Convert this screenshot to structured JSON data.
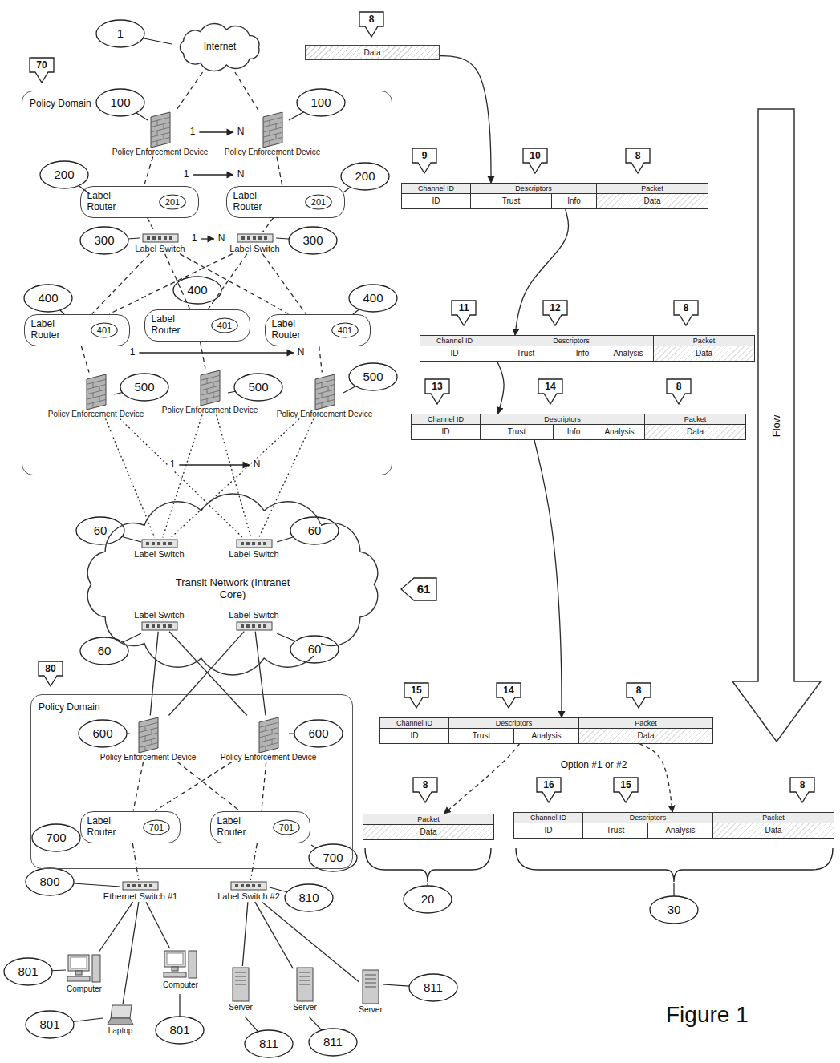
{
  "diagram": {
    "caption": "Figure 1",
    "nodes": [
      {
        "text": [
          "Internet"
        ]
      },
      {
        "text": [
          "Policy Domain"
        ]
      },
      {
        "text": [
          "Policy Enforcement Device"
        ],
        "in": 1
      },
      {
        "text": [
          "Policy Enforcement Device"
        ],
        "in": 1
      },
      {
        "text": [
          "Label Router"
        ],
        "in": 1
      },
      {
        "text": [
          "Label Router"
        ],
        "in": 1
      },
      {
        "text": [
          "Label Switch"
        ],
        "in": 1
      },
      {
        "text": [
          "Label Switch"
        ],
        "in": 1
      },
      {
        "text": [
          "Label Router"
        ],
        "in": 1
      },
      {
        "text": [
          "Label Router"
        ],
        "in": 1
      },
      {
        "text": [
          "Label Router"
        ],
        "in": 1
      },
      {
        "text": [
          "Policy Enforcement Device"
        ],
        "in": 1
      },
      {
        "text": [
          "Policy Enforcement Device"
        ],
        "in": 1
      },
      {
        "text": [
          "Policy Enforcement Device"
        ],
        "in": 1
      },
      {
        "text": [
          "Transit Network (Intranet Core)"
        ]
      },
      {
        "text": [
          "Label Switch"
        ],
        "in": 14
      },
      {
        "text": [
          "Label Switch"
        ],
        "in": 14
      },
      {
        "text": [
          "Label Switch"
        ],
        "in": 14
      },
      {
        "text": [
          "Label Switch"
        ],
        "in": 14
      },
      {
        "text": [
          "Policy Domain"
        ]
      },
      {
        "text": [
          "Policy Enforcement Device"
        ],
        "in": 19
      },
      {
        "text": [
          "Policy Enforcement Device"
        ],
        "in": 19
      },
      {
        "text": [
          "Label Router"
        ],
        "in": 19
      },
      {
        "text": [
          "Label Router"
        ],
        "in": 19
      },
      {
        "text": [
          "Ethernet Switch #1"
        ]
      },
      {
        "text": [
          "Label Switch #2"
        ]
      },
      {
        "text": [
          "Computer"
        ]
      },
      {
        "text": [
          "Computer"
        ]
      },
      {
        "text": [
          "Laptop"
        ]
      },
      {
        "text": [
          "Server"
        ]
      },
      {
        "text": [
          "Server"
        ]
      },
      {
        "text": [
          "Server"
        ]
      },
      {
        "text": [
          "Data"
        ]
      },
      {
        "text": [
          "Channel ID",
          "Descriptors",
          "Packet",
          "ID",
          "Trust",
          "Info",
          "Data"
        ]
      },
      {
        "text": [
          "Channel ID",
          "Descriptors",
          "Packet",
          "ID",
          "Trust",
          "Info",
          "Analysis",
          "Data"
        ]
      },
      {
        "text": [
          "Channel ID",
          "Descriptors",
          "Packet",
          "ID",
          "Trust",
          "Info",
          "Analysis",
          "Data"
        ]
      },
      {
        "text": [
          "Channel ID",
          "Descriptors",
          "Packet",
          "ID",
          "Trust",
          "Analysis",
          "Data"
        ]
      },
      {
        "text": [
          "Packet",
          "Data"
        ]
      },
      {
        "text": [
          "Channel ID",
          "Descriptors",
          "Packet",
          "ID",
          "Trust",
          "Analysis",
          "Data"
        ]
      },
      {
        "text": [
          "Flow"
        ]
      }
    ],
    "edges": [
      {
        "from": 0,
        "to": 2,
        "arrow": "none"
      },
      {
        "from": 0,
        "to": 3,
        "arrow": "none"
      },
      {
        "from": 2,
        "to": 4,
        "arrow": "none"
      },
      {
        "from": 3,
        "to": 5,
        "arrow": "none"
      },
      {
        "from": 4,
        "to": 6,
        "arrow": "none"
      },
      {
        "from": 5,
        "to": 7,
        "arrow": "none"
      },
      {
        "from": 6,
        "to": 8,
        "arrow": "none"
      },
      {
        "from": 6,
        "to": 9,
        "arrow": "none"
      },
      {
        "from": 6,
        "to": 10,
        "arrow": "none"
      },
      {
        "from": 7,
        "to": 8,
        "arrow": "none"
      },
      {
        "from": 7,
        "to": 9,
        "arrow": "none"
      },
      {
        "from": 7,
        "to": 10,
        "arrow": "none"
      },
      {
        "from": 8,
        "to": 11,
        "arrow": "none"
      },
      {
        "from": 9,
        "to": 12,
        "arrow": "none"
      },
      {
        "from": 10,
        "to": 13,
        "arrow": "none"
      },
      {
        "from": 11,
        "to": 15,
        "arrow": "none"
      },
      {
        "from": 11,
        "to": 16,
        "arrow": "none"
      },
      {
        "from": 12,
        "to": 15,
        "arrow": "none"
      },
      {
        "from": 12,
        "to": 16,
        "arrow": "none"
      },
      {
        "from": 13,
        "to": 15,
        "arrow": "none"
      },
      {
        "from": 13,
        "to": 16,
        "arrow": "none"
      },
      {
        "from": 17,
        "to": 20,
        "arrow": "none"
      },
      {
        "from": 17,
        "to": 21,
        "arrow": "none"
      },
      {
        "from": 18,
        "to": 20,
        "arrow": "none"
      },
      {
        "from": 18,
        "to": 21,
        "arrow": "none"
      },
      {
        "from": 20,
        "to": 22,
        "arrow": "none"
      },
      {
        "from": 20,
        "to": 23,
        "arrow": "none"
      },
      {
        "from": 21,
        "to": 22,
        "arrow": "none"
      },
      {
        "from": 21,
        "to": 23,
        "arrow": "none"
      },
      {
        "from": 22,
        "to": 24,
        "arrow": "none"
      },
      {
        "from": 23,
        "to": 25,
        "arrow": "none"
      },
      {
        "from": 24,
        "to": 26,
        "arrow": "none"
      },
      {
        "from": 24,
        "to": 27,
        "arrow": "none"
      },
      {
        "from": 24,
        "to": 28,
        "arrow": "none"
      },
      {
        "from": 25,
        "to": 29,
        "arrow": "none"
      },
      {
        "from": 25,
        "to": 30,
        "arrow": "none"
      },
      {
        "from": 25,
        "to": 31,
        "arrow": "none"
      },
      {
        "from": 32,
        "to": 33,
        "arrow": "to"
      },
      {
        "from": 33,
        "to": 34,
        "arrow": "to"
      },
      {
        "from": 34,
        "to": 35,
        "arrow": "to"
      },
      {
        "from": 35,
        "to": 36,
        "arrow": "to"
      },
      {
        "from": 36,
        "to": 37,
        "arrow": "to"
      },
      {
        "from": 36,
        "to": 38,
        "arrow": "to"
      }
    ],
    "labels": [
      "1",
      "70",
      "100",
      "100",
      "1",
      "N",
      "200",
      "201",
      "200",
      "201",
      "1",
      "N",
      "300",
      "300",
      "1",
      "N",
      "400",
      "401",
      "400",
      "401",
      "400",
      "401",
      "1",
      "N",
      "500",
      "500",
      "500",
      "1",
      "N",
      "60",
      "60",
      "61",
      "60",
      "60",
      "80",
      "600",
      "600",
      "701",
      "701",
      "700",
      "700",
      "800",
      "810",
      "801",
      "801",
      "801",
      "811",
      "811",
      "811",
      "8",
      "9",
      "10",
      "8",
      "11",
      "12",
      "8",
      "13",
      "14",
      "8",
      "15",
      "14",
      "8",
      "Option #1 or #2",
      "8",
      "16",
      "15",
      "8",
      "20",
      "30"
    ]
  }
}
